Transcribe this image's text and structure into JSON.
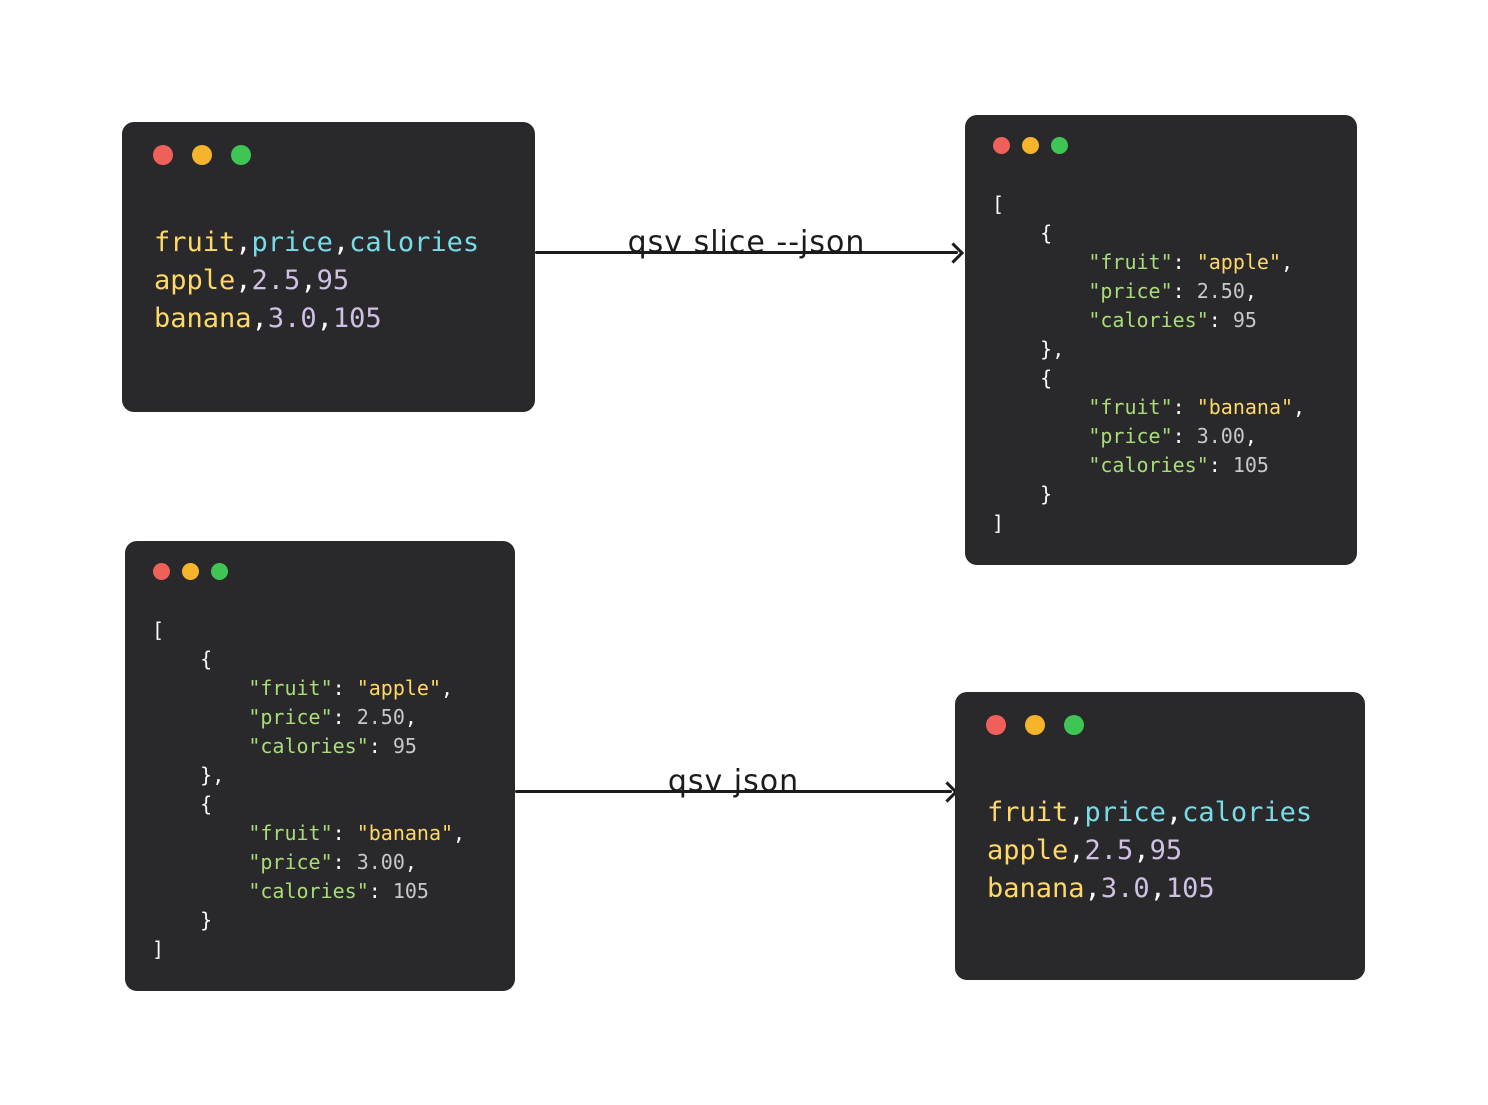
{
  "colors": {
    "window_bg": "#29292c",
    "light_red": "#f0605a",
    "light_yellow": "#f6b42d",
    "light_green": "#3ec553",
    "arrow": "#1b1b1b",
    "yellow": "#ffd866",
    "cyan": "#78dce8",
    "white": "#fdf9ff",
    "lavender": "#cfc0e4",
    "green": "#a9dc76",
    "num": "#c9c6cc"
  },
  "arrows": {
    "top": {
      "label": "qsv slice --json"
    },
    "bottom": {
      "label": "qsv json"
    }
  },
  "csv_code": [
    [
      {
        "t": "fruit",
        "c": "yellow"
      },
      {
        "t": ",",
        "c": "white"
      },
      {
        "t": "price",
        "c": "cyan"
      },
      {
        "t": ",",
        "c": "white"
      },
      {
        "t": "calories",
        "c": "cyan"
      }
    ],
    [
      {
        "t": "apple",
        "c": "yellow"
      },
      {
        "t": ",",
        "c": "white"
      },
      {
        "t": "2.5",
        "c": "lavender"
      },
      {
        "t": ",",
        "c": "white"
      },
      {
        "t": "95",
        "c": "lavender"
      }
    ],
    [
      {
        "t": "banana",
        "c": "yellow"
      },
      {
        "t": ",",
        "c": "white"
      },
      {
        "t": "3.0",
        "c": "lavender"
      },
      {
        "t": ",",
        "c": "white"
      },
      {
        "t": "105",
        "c": "lavender"
      }
    ]
  ],
  "json_code": [
    [
      {
        "t": "[",
        "c": "white"
      }
    ],
    [
      {
        "t": "    {",
        "c": "white"
      }
    ],
    [
      {
        "t": "        ",
        "c": "white"
      },
      {
        "t": "\"fruit\"",
        "c": "green"
      },
      {
        "t": ": ",
        "c": "white"
      },
      {
        "t": "\"apple\"",
        "c": "yellow"
      },
      {
        "t": ",",
        "c": "white"
      }
    ],
    [
      {
        "t": "        ",
        "c": "white"
      },
      {
        "t": "\"price\"",
        "c": "green"
      },
      {
        "t": ": ",
        "c": "white"
      },
      {
        "t": "2.50",
        "c": "num"
      },
      {
        "t": ",",
        "c": "white"
      }
    ],
    [
      {
        "t": "        ",
        "c": "white"
      },
      {
        "t": "\"calories\"",
        "c": "green"
      },
      {
        "t": ": ",
        "c": "white"
      },
      {
        "t": "95",
        "c": "num"
      }
    ],
    [
      {
        "t": "    },",
        "c": "white"
      }
    ],
    [
      {
        "t": "    {",
        "c": "white"
      }
    ],
    [
      {
        "t": "        ",
        "c": "white"
      },
      {
        "t": "\"fruit\"",
        "c": "green"
      },
      {
        "t": ": ",
        "c": "white"
      },
      {
        "t": "\"banana\"",
        "c": "yellow"
      },
      {
        "t": ",",
        "c": "white"
      }
    ],
    [
      {
        "t": "        ",
        "c": "white"
      },
      {
        "t": "\"price\"",
        "c": "green"
      },
      {
        "t": ": ",
        "c": "white"
      },
      {
        "t": "3.00",
        "c": "num"
      },
      {
        "t": ",",
        "c": "white"
      }
    ],
    [
      {
        "t": "        ",
        "c": "white"
      },
      {
        "t": "\"calories\"",
        "c": "green"
      },
      {
        "t": ": ",
        "c": "white"
      },
      {
        "t": "105",
        "c": "num"
      }
    ],
    [
      {
        "t": "    }",
        "c": "white"
      }
    ],
    [
      {
        "t": "]",
        "c": "white"
      }
    ]
  ]
}
